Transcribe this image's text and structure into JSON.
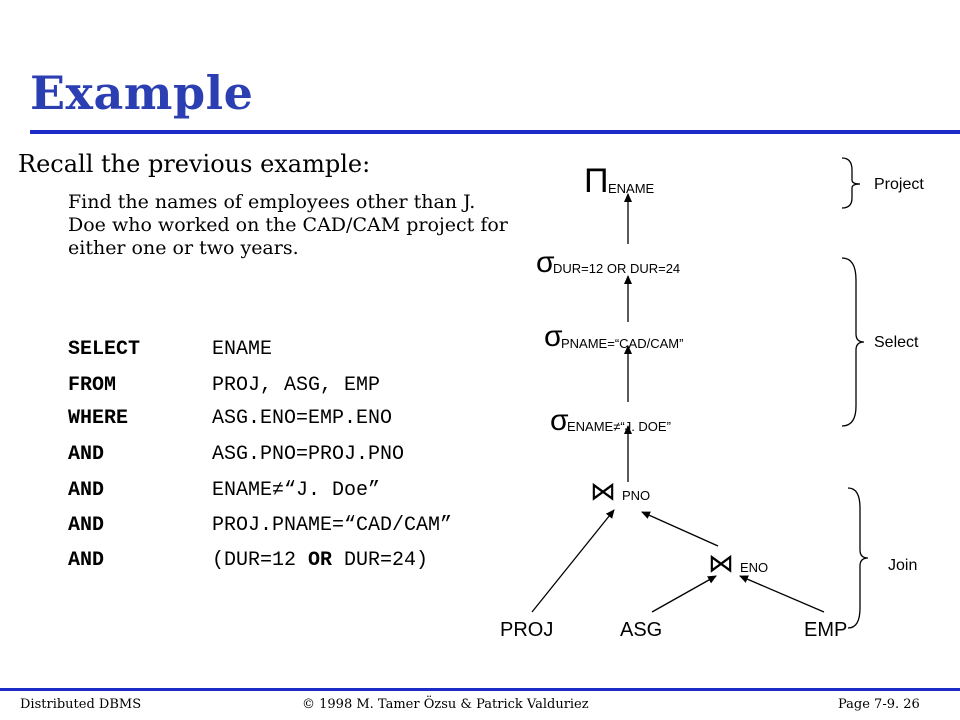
{
  "slide": {
    "title": "Example",
    "intro": "Recall the previous example:",
    "task": "Find the names of employees other than J. Doe who worked on the CAD/CAM project for either one or two years."
  },
  "sql": {
    "rows": [
      {
        "kw": "SELECT",
        "expr": "ENAME"
      },
      {
        "kw": "FROM",
        "expr": "PROJ, ASG, EMP"
      },
      {
        "kw": "WHERE",
        "expr": "ASG.ENO=EMP.ENO"
      },
      {
        "kw": "AND",
        "expr": "ASG.PNO=PROJ.PNO"
      },
      {
        "kw": "AND",
        "expr": "ENAME≠“J. Doe”"
      },
      {
        "kw": "AND",
        "expr": "PROJ.PNAME=“CAD/CAM”"
      },
      {
        "kw": "AND",
        "expr_pre": "(DUR=12 ",
        "expr_or": "OR",
        "expr_post": " DUR=24)"
      }
    ]
  },
  "tree": {
    "project_symbol": "Π",
    "project_attr": "ENAME",
    "sigma_symbol": "σ",
    "select1": "DUR=12 OR DUR=24",
    "select2": "PNAME=“CAD/CAM”",
    "select3": "ENAME≠“J. DOE”",
    "join_symbol": "⋈",
    "join1": "PNO",
    "join2": "ENO",
    "leaves": [
      "PROJ",
      "ASG",
      "EMP"
    ],
    "groups": {
      "project": "Project",
      "select": "Select",
      "join": "Join"
    }
  },
  "footer": {
    "left": "Distributed DBMS",
    "center": "© 1998 M. Tamer Özsu & Patrick Valduriez",
    "right": "Page 7-9. 26"
  },
  "colors": {
    "title": "#2b3fb3",
    "rule": "#1d2bc7"
  }
}
